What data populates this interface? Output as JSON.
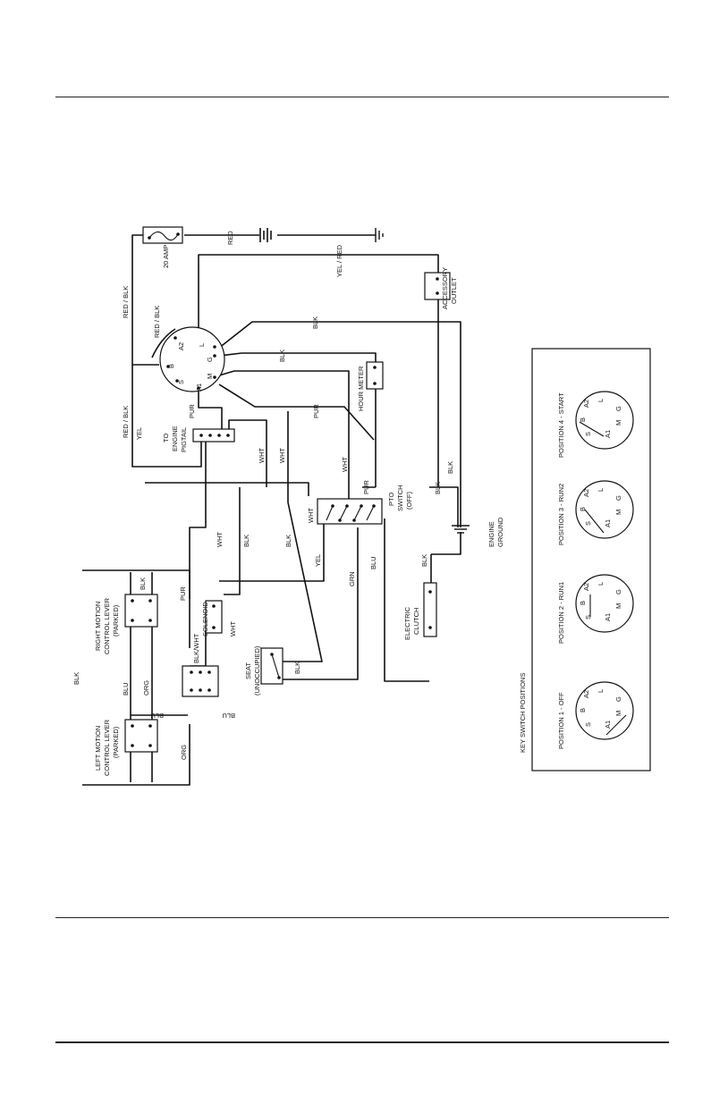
{
  "wire_colors": {
    "blk": "BLK",
    "red": "RED",
    "red_blk": "RED / BLK",
    "yel": "YEL",
    "yel_red": "YEL / RED",
    "pur": "PUR",
    "wht": "WHT",
    "blu": "BLU",
    "org": "ORG",
    "grn": "GRN",
    "blk_wht": "BLK/WHT"
  },
  "components": {
    "fuse": "20 AMP",
    "accessory_outlet": [
      "ACCESSORY",
      "OUTLET"
    ],
    "hour_meter": "HOUR METER",
    "engine_pigtail": [
      "TO",
      "ENGINE",
      "PIGTAIL"
    ],
    "pto_switch": [
      "PTO",
      "SWITCH",
      "(OFF)"
    ],
    "engine_ground": [
      "ENGINE",
      "GROUND"
    ],
    "electric_clutch": [
      "ELECTRIC",
      "CLUTCH"
    ],
    "solenoid": "SOLENOID",
    "seat": [
      "SEAT",
      "(UNOCCUPIED)"
    ],
    "right_lever": [
      "RIGHT MOTION",
      "CONTROL LEVER",
      "(PARKED)"
    ],
    "left_lever": [
      "LEFT MOTION",
      "CONTROL LEVER",
      "(PARKED)"
    ]
  },
  "key_switch": {
    "terminals": {
      "l": "L",
      "g": "G",
      "m": "M",
      "a1": "A1",
      "s": "S",
      "b": "B",
      "a2": "A2"
    },
    "title": "KEY SWITCH POSITIONS",
    "positions": [
      "POSITION 1 - OFF",
      "POSITION 2 - RUN1",
      "POSITION 3 - RUN2",
      "POSITION 4 - START"
    ]
  }
}
